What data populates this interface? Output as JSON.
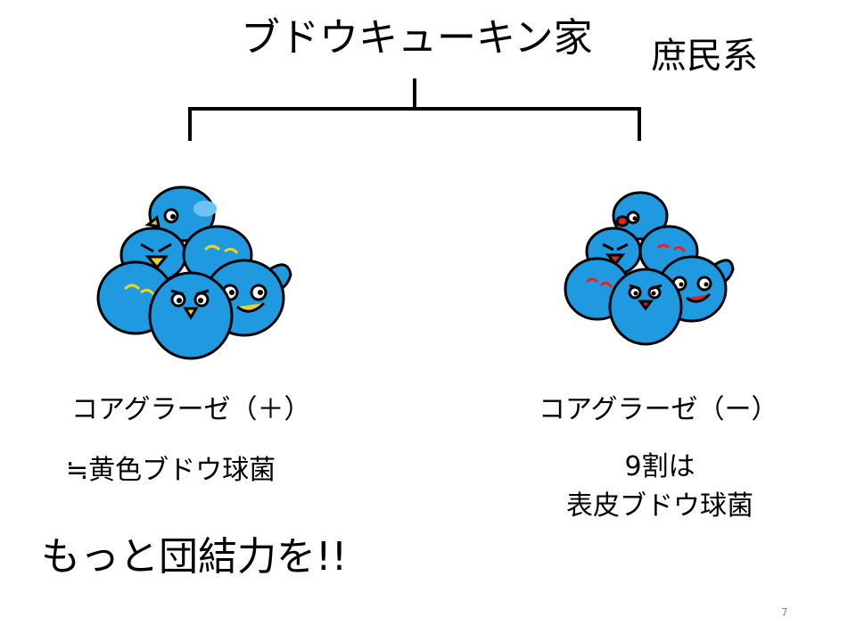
{
  "header": {
    "title": "ブドウキューキン家",
    "subtitle": "庶民系"
  },
  "left_branch": {
    "label": "コアグラーゼ（＋）",
    "note": "≒黄色ブドウ球菌",
    "accent_color": "#f2d21a"
  },
  "right_branch": {
    "label": "コアグラーゼ（ー）",
    "note_line1": "9割は",
    "note_line2": "表皮ブドウ球菌",
    "accent_color": "#e0261a"
  },
  "motto": "もっと団結力を!!",
  "page_number": "7",
  "colors": {
    "body": "#1f9ae0",
    "outline": "#000000"
  }
}
